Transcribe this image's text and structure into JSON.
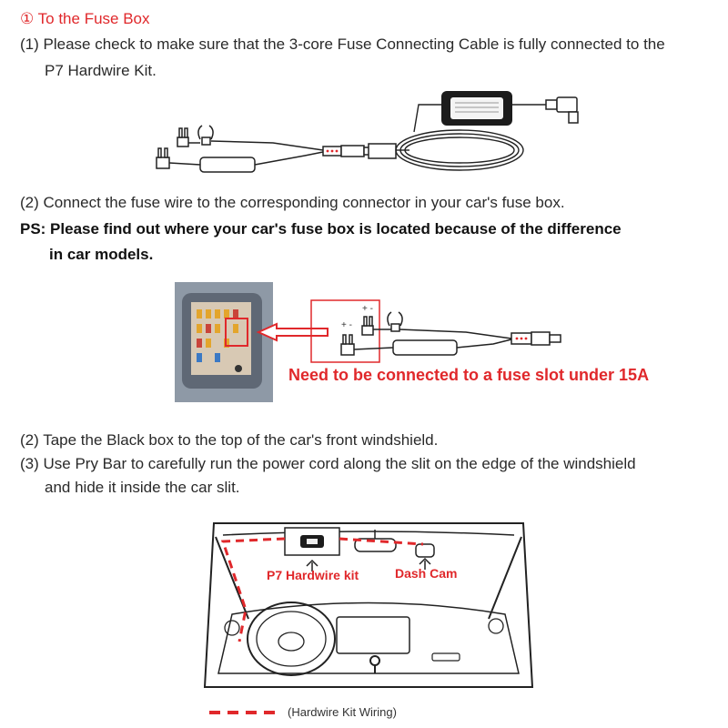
{
  "section_title": "① To the Fuse Box",
  "step1_line1": "(1) Please check to make sure that the 3-core Fuse Connecting Cable is fully connected to the",
  "step1_line2": "P7 Hardwire Kit.",
  "step2": "(2) Connect the fuse wire to the corresponding connector in your car's fuse box.",
  "ps_line1": "PS: Please find out where your car's fuse box is located because of the difference",
  "ps_line2": "in car models.",
  "fuse_callout": "Need to be connected to a fuse slot under 15A",
  "step2b": "(2) Tape the Black box to the top of the car's front windshield.",
  "step3_line1": "(3) Use Pry Bar to carefully run the power cord along the slit on the edge of the windshield",
  "step3_line2": "and hide it inside the car slit.",
  "label_hardwire": "P7 Hardwire kit",
  "label_dashcam": "Dash Cam",
  "legend": "(Hardwire Kit Wiring)",
  "polarity_plus_minus": "+ -",
  "colors": {
    "accent_red": "#e0282b",
    "text": "#2a2a2a"
  }
}
